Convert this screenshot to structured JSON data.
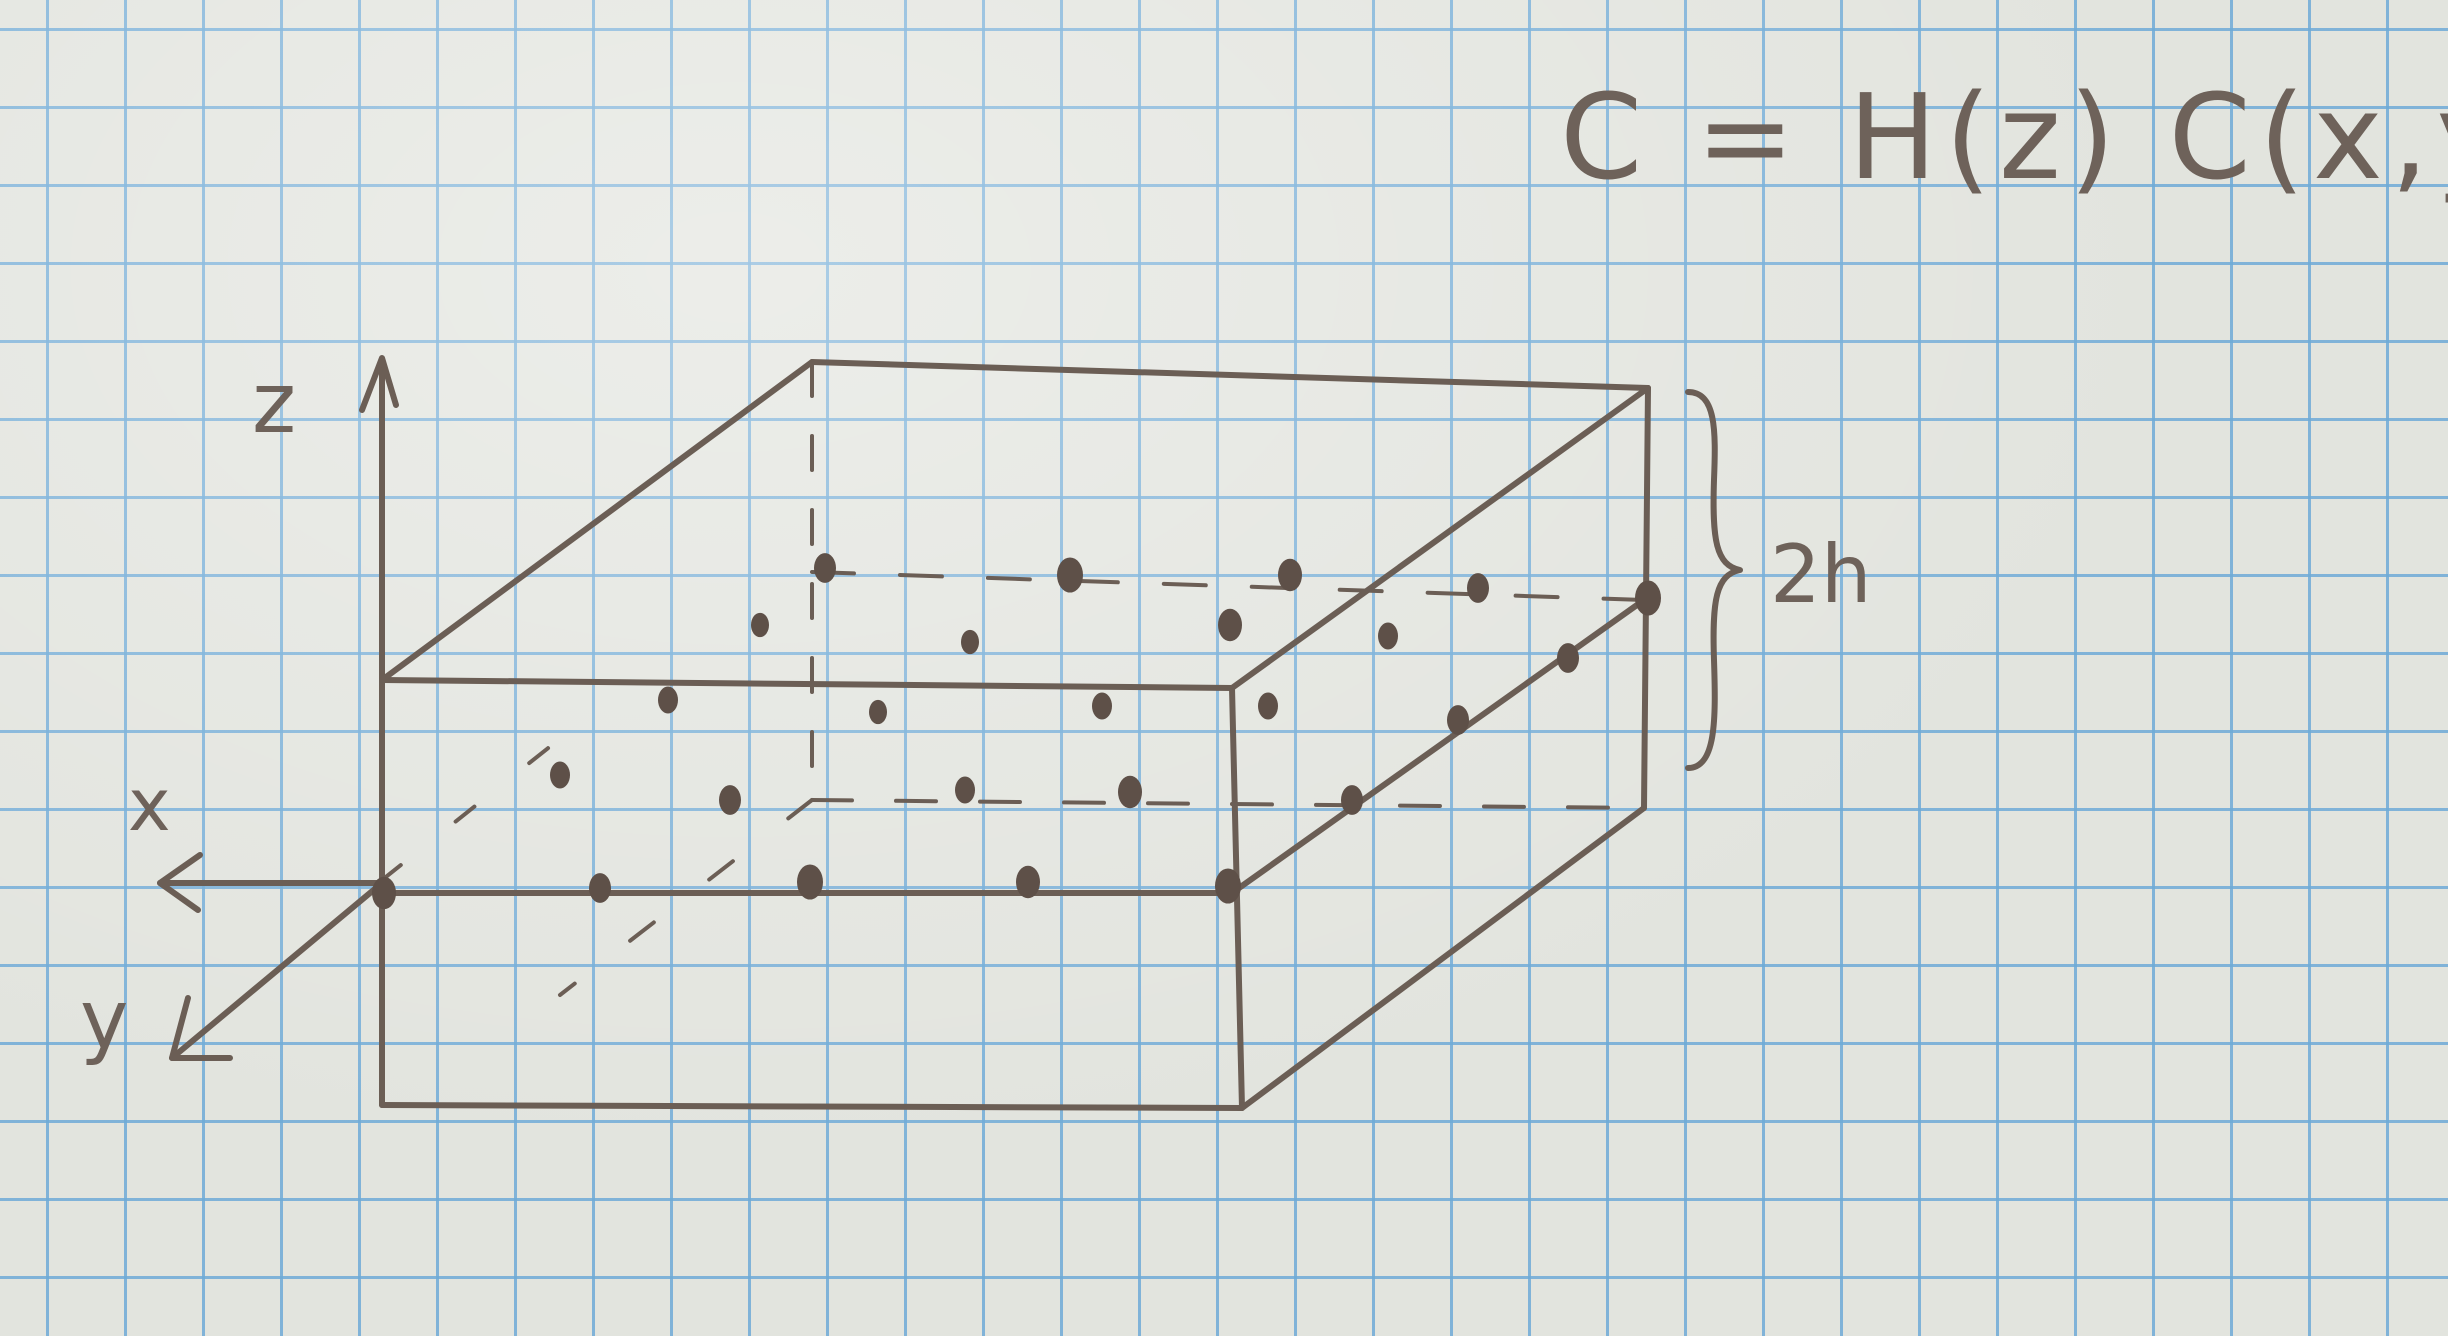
{
  "formula": "C = H(z) C(x,y)",
  "labels": {
    "z_axis": "z",
    "x_axis": "x",
    "y_axis": "y",
    "thickness": "2h"
  },
  "colors": {
    "paper": "#e2e4de",
    "grid": "#6eaad7",
    "ink": "#6b5e55"
  }
}
